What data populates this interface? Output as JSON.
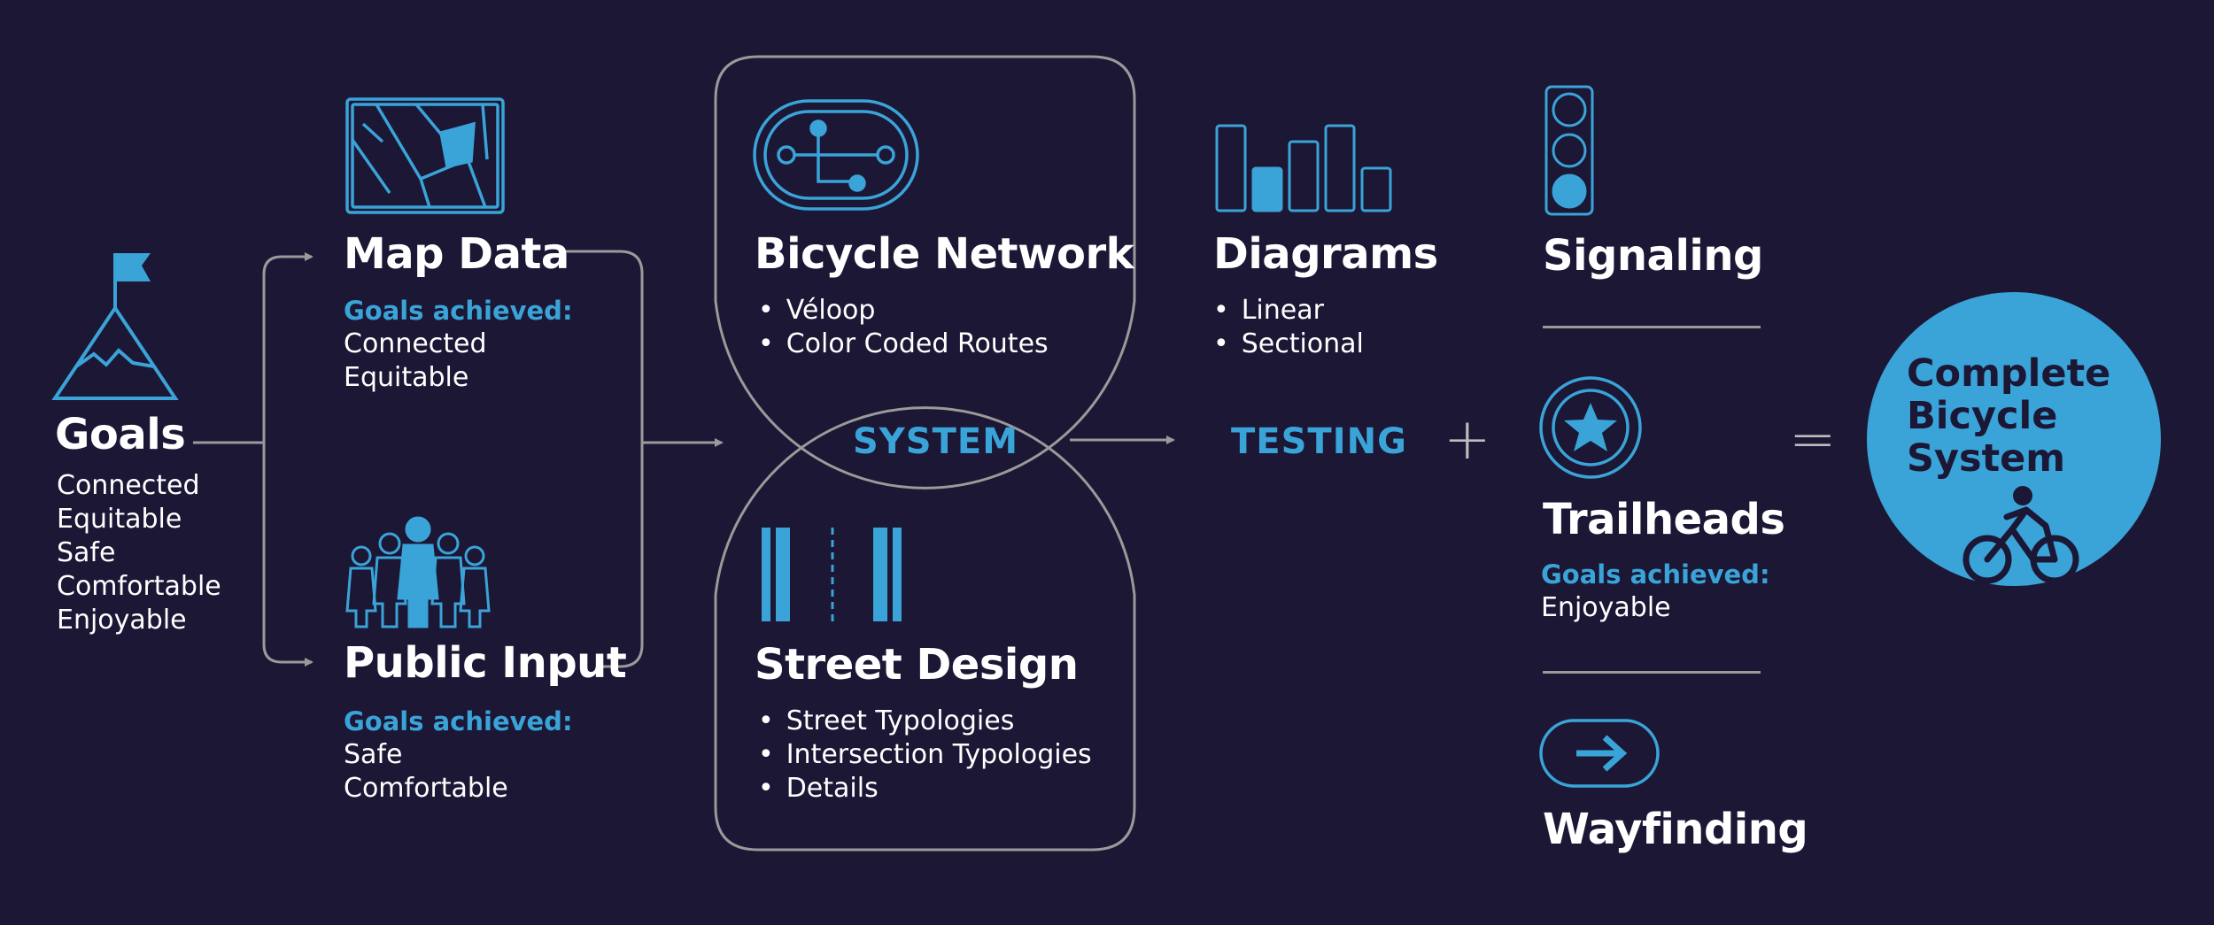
{
  "goals": {
    "title": "Goals",
    "items": [
      "Connected",
      "Equitable",
      "Safe",
      "Comfortable",
      "Enjoyable"
    ]
  },
  "map_data": {
    "title": "Map Data",
    "goals_label": "Goals achieved:",
    "goals": [
      "Connected",
      "Equitable"
    ]
  },
  "public_input": {
    "title": "Public Input",
    "goals_label": "Goals achieved:",
    "goals": [
      "Safe",
      "Comfortable"
    ]
  },
  "bicycle_network": {
    "title": "Bicycle Network",
    "items": [
      "Véloop",
      "Color Coded Routes"
    ]
  },
  "system_label": "SYSTEM",
  "street_design": {
    "title": "Street Design",
    "items": [
      "Street Typologies",
      "Intersection Typologies",
      "Details"
    ]
  },
  "diagrams": {
    "title": "Diagrams",
    "items": [
      "Linear",
      "Sectional"
    ]
  },
  "testing_label": "TESTING",
  "plus": "+",
  "equals": "=",
  "signaling": {
    "title": "Signaling"
  },
  "trailheads": {
    "title": "Trailheads",
    "goals_label": "Goals achieved:",
    "goals": [
      "Enjoyable"
    ]
  },
  "wayfinding": {
    "title": "Wayfinding"
  },
  "result": {
    "lines": [
      "Complete",
      "Bicycle",
      "System"
    ]
  },
  "colors": {
    "background": "#1b1735",
    "accent": "#3aa3d8",
    "line": "#9a9a9a",
    "text": "#ffffff"
  }
}
